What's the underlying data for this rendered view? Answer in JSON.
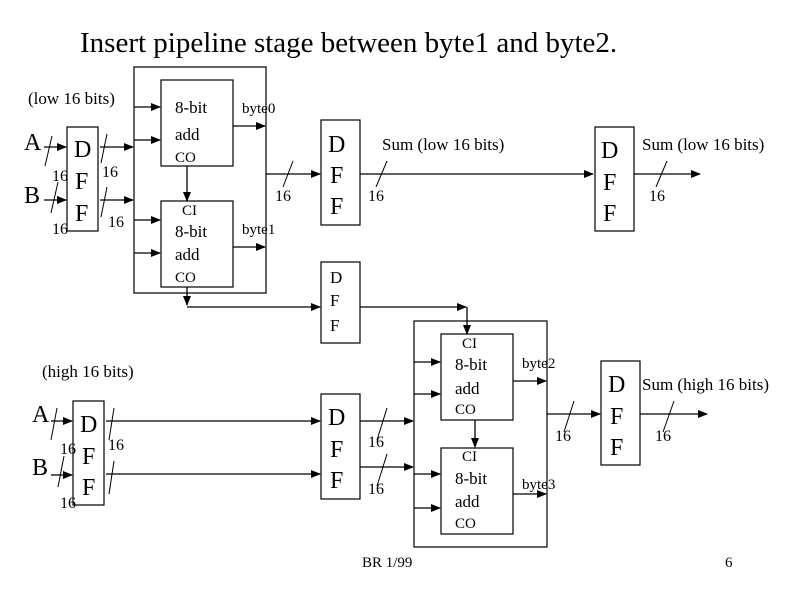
{
  "title": "Insert pipeline stage between byte1 and byte2.",
  "low_section": {
    "label": "(low 16 bits)",
    "input_a": "A",
    "input_b": "B",
    "input_dff": [
      "D",
      "F",
      "F"
    ],
    "bus_widths": {
      "a_in": "16",
      "b_in": "16",
      "a_out": "16",
      "b_out": "16",
      "adder_out": "16",
      "dff_out": "16",
      "final_out": "16"
    },
    "adder_top": {
      "lines": [
        "8-bit",
        "add",
        "CO"
      ],
      "output": "byte0"
    },
    "adder_bottom": {
      "carry_in": "CI",
      "lines": [
        "8-bit",
        "add",
        "CO"
      ],
      "output": "byte1"
    },
    "pipeline_dff": [
      "D",
      "F",
      "F"
    ],
    "sum_label": "Sum (low 16 bits)",
    "output_dff": [
      "D",
      "F",
      "F"
    ],
    "output_label": "Sum (low 16 bits)"
  },
  "carry_dff": [
    "D",
    "F",
    "F"
  ],
  "high_section": {
    "label": "(high 16 bits)",
    "input_a": "A",
    "input_b": "B",
    "input_dff": [
      "D",
      "F",
      "F"
    ],
    "bus_widths": {
      "a_in": "16",
      "b_in": "16",
      "dff_out": "16",
      "pipe_a_out": "16",
      "pipe_b_out": "16",
      "adder_out": "16",
      "final_out": "16"
    },
    "pipeline_dff": [
      "D",
      "F",
      "F"
    ],
    "adder_top": {
      "carry_in": "CI",
      "lines": [
        "8-bit",
        "add",
        "CO"
      ],
      "output": "byte2"
    },
    "adder_bottom": {
      "carry_in": "CI",
      "lines": [
        "8-bit",
        "add",
        "CO"
      ],
      "output": "byte3"
    },
    "output_dff": [
      "D",
      "F",
      "F"
    ],
    "output_label": "Sum (high 16 bits)"
  },
  "footer": {
    "author": "BR 1/99",
    "page_number": "6"
  }
}
